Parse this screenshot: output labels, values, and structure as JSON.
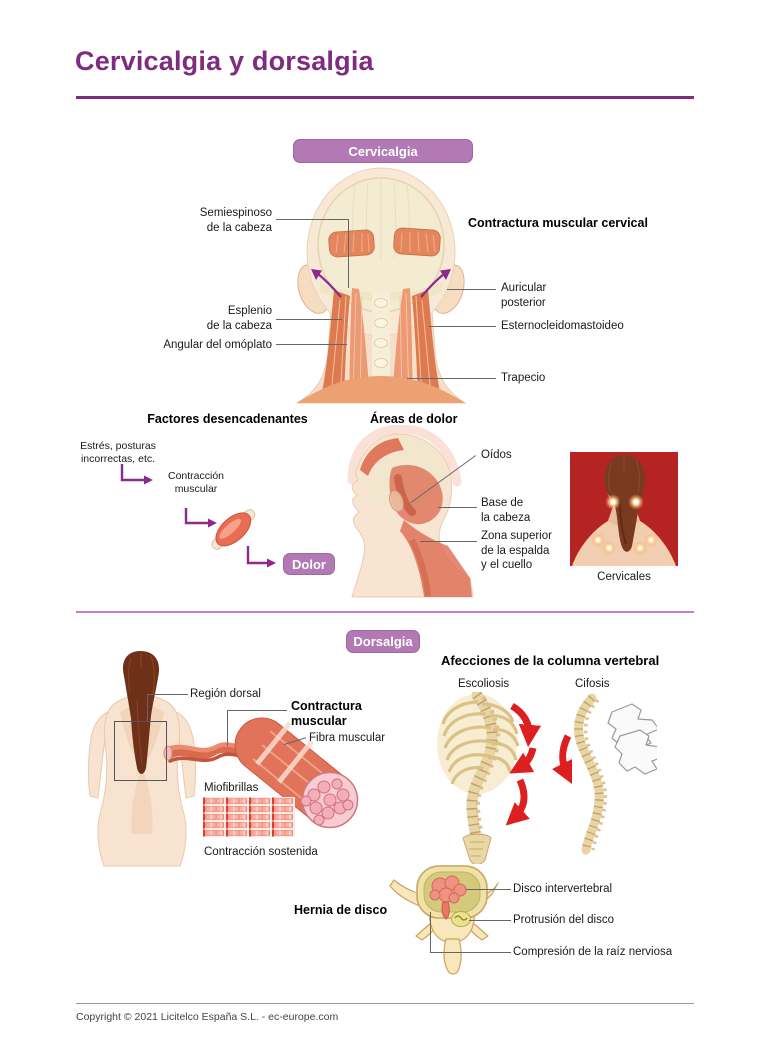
{
  "page": {
    "title": "Cervicalgia y dorsalgia",
    "footer": "Copyright © 2021 Licitelco España S.L. - ec-europe.com"
  },
  "colors": {
    "title_purple": "#7e2b80",
    "badge_purple": "#b279b4",
    "badge_border": "#a066a2",
    "divider_pink": "#c77fc7",
    "arrow_purple": "#8a2a8c",
    "line_gray": "#666666",
    "pain_red": "#b52423",
    "alert_red": "#dd1f1f"
  },
  "cervicalgia": {
    "badge": "Cervicalgia",
    "diagram_title": "Contractura muscular cervical",
    "labels": {
      "semiespinoso": "Semiespinoso\nde la cabeza",
      "esplenio": "Esplenio\nde la cabeza",
      "angular": "Angular del omóplato",
      "auricular": "Auricular\nposterior",
      "esternocleidomastoideo": "Esternocleidomastoideo",
      "trapecio": "Trapecio"
    },
    "factores": {
      "title": "Factores desencadenantes",
      "estres": "Estrés, posturas\nincorrectas, etc.",
      "contraccion": "Contracción\nmuscular",
      "dolor": "Dolor"
    },
    "areas": {
      "title": "Áreas de dolor",
      "oidos": "Oídos",
      "base_cabeza": "Base de\nla cabeza",
      "zona_superior": "Zona superior\nde la espalda\ny el cuello",
      "cervicales": "Cervicales"
    }
  },
  "dorsalgia": {
    "badge": "Dorsalgia",
    "labels": {
      "region_dorsal": "Región dorsal",
      "contractura": "Contractura\nmuscular",
      "fibra": "Fibra muscular",
      "miofibrillas": "Miofibrillas",
      "contraccion_sostenida": "Contracción sostenida"
    },
    "columna": {
      "title": "Afecciones de la columna vertebral",
      "escoliosis": "Escoliosis",
      "cifosis": "Cifosis"
    },
    "hernia": {
      "title": "Hernia de disco",
      "disco": "Disco intervertebral",
      "protrusion": "Protrusión del disco",
      "compresion": "Compresión de la raíz nerviosa"
    }
  }
}
